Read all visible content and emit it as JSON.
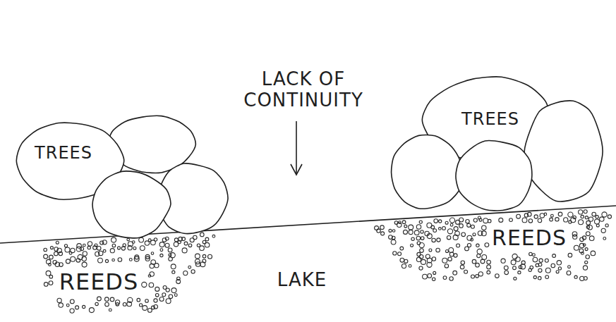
{
  "diagram": {
    "nodes": [
      {
        "text": [
          "TREES"
        ]
      },
      {
        "text": [
          "REEDS"
        ]
      },
      {
        "text": [
          "TREES"
        ]
      },
      {
        "text": [
          "REEDS"
        ]
      }
    ],
    "labels": [
      "LACK OF CONTINUITY",
      "LAKE"
    ]
  }
}
